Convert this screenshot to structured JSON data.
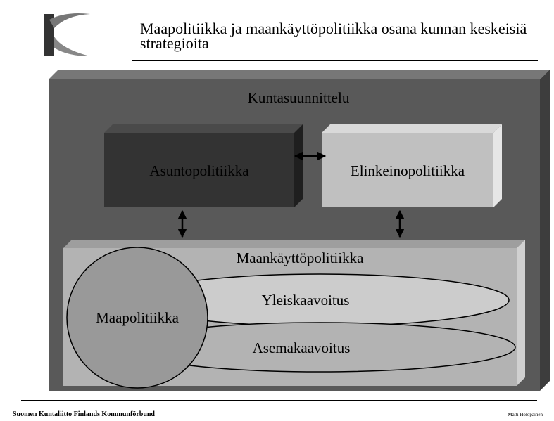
{
  "slide": {
    "title": "Maapolitiikka ja maankäyttöpolitiikka osana kunnan keskeisiä strategioita"
  },
  "diagram": {
    "outer_label": "Kuntasuunnittelu",
    "box_left_label": "Asuntopolitiikka",
    "box_right_label": "Elinkeinopolitiikka",
    "bottom_box_label": "Maankäyttöpolitiikka",
    "circle_label": "Maapolitiikka",
    "ellipse_top_label": "Yleiskaavoitus",
    "ellipse_bottom_label": "Asemakaavoitus"
  },
  "footer": {
    "organization": "Suomen Kuntaliitto Finlands Kommunförbund",
    "author": "Matti Holopainen"
  },
  "colors": {
    "outer_box": "#595959",
    "dark_box": "#333333",
    "light_box": "#c0c0c0",
    "bottom_box": "#b3b3b3",
    "circle": "#999999",
    "ellipse": "#cccccc",
    "logo_dark": "#333333"
  }
}
